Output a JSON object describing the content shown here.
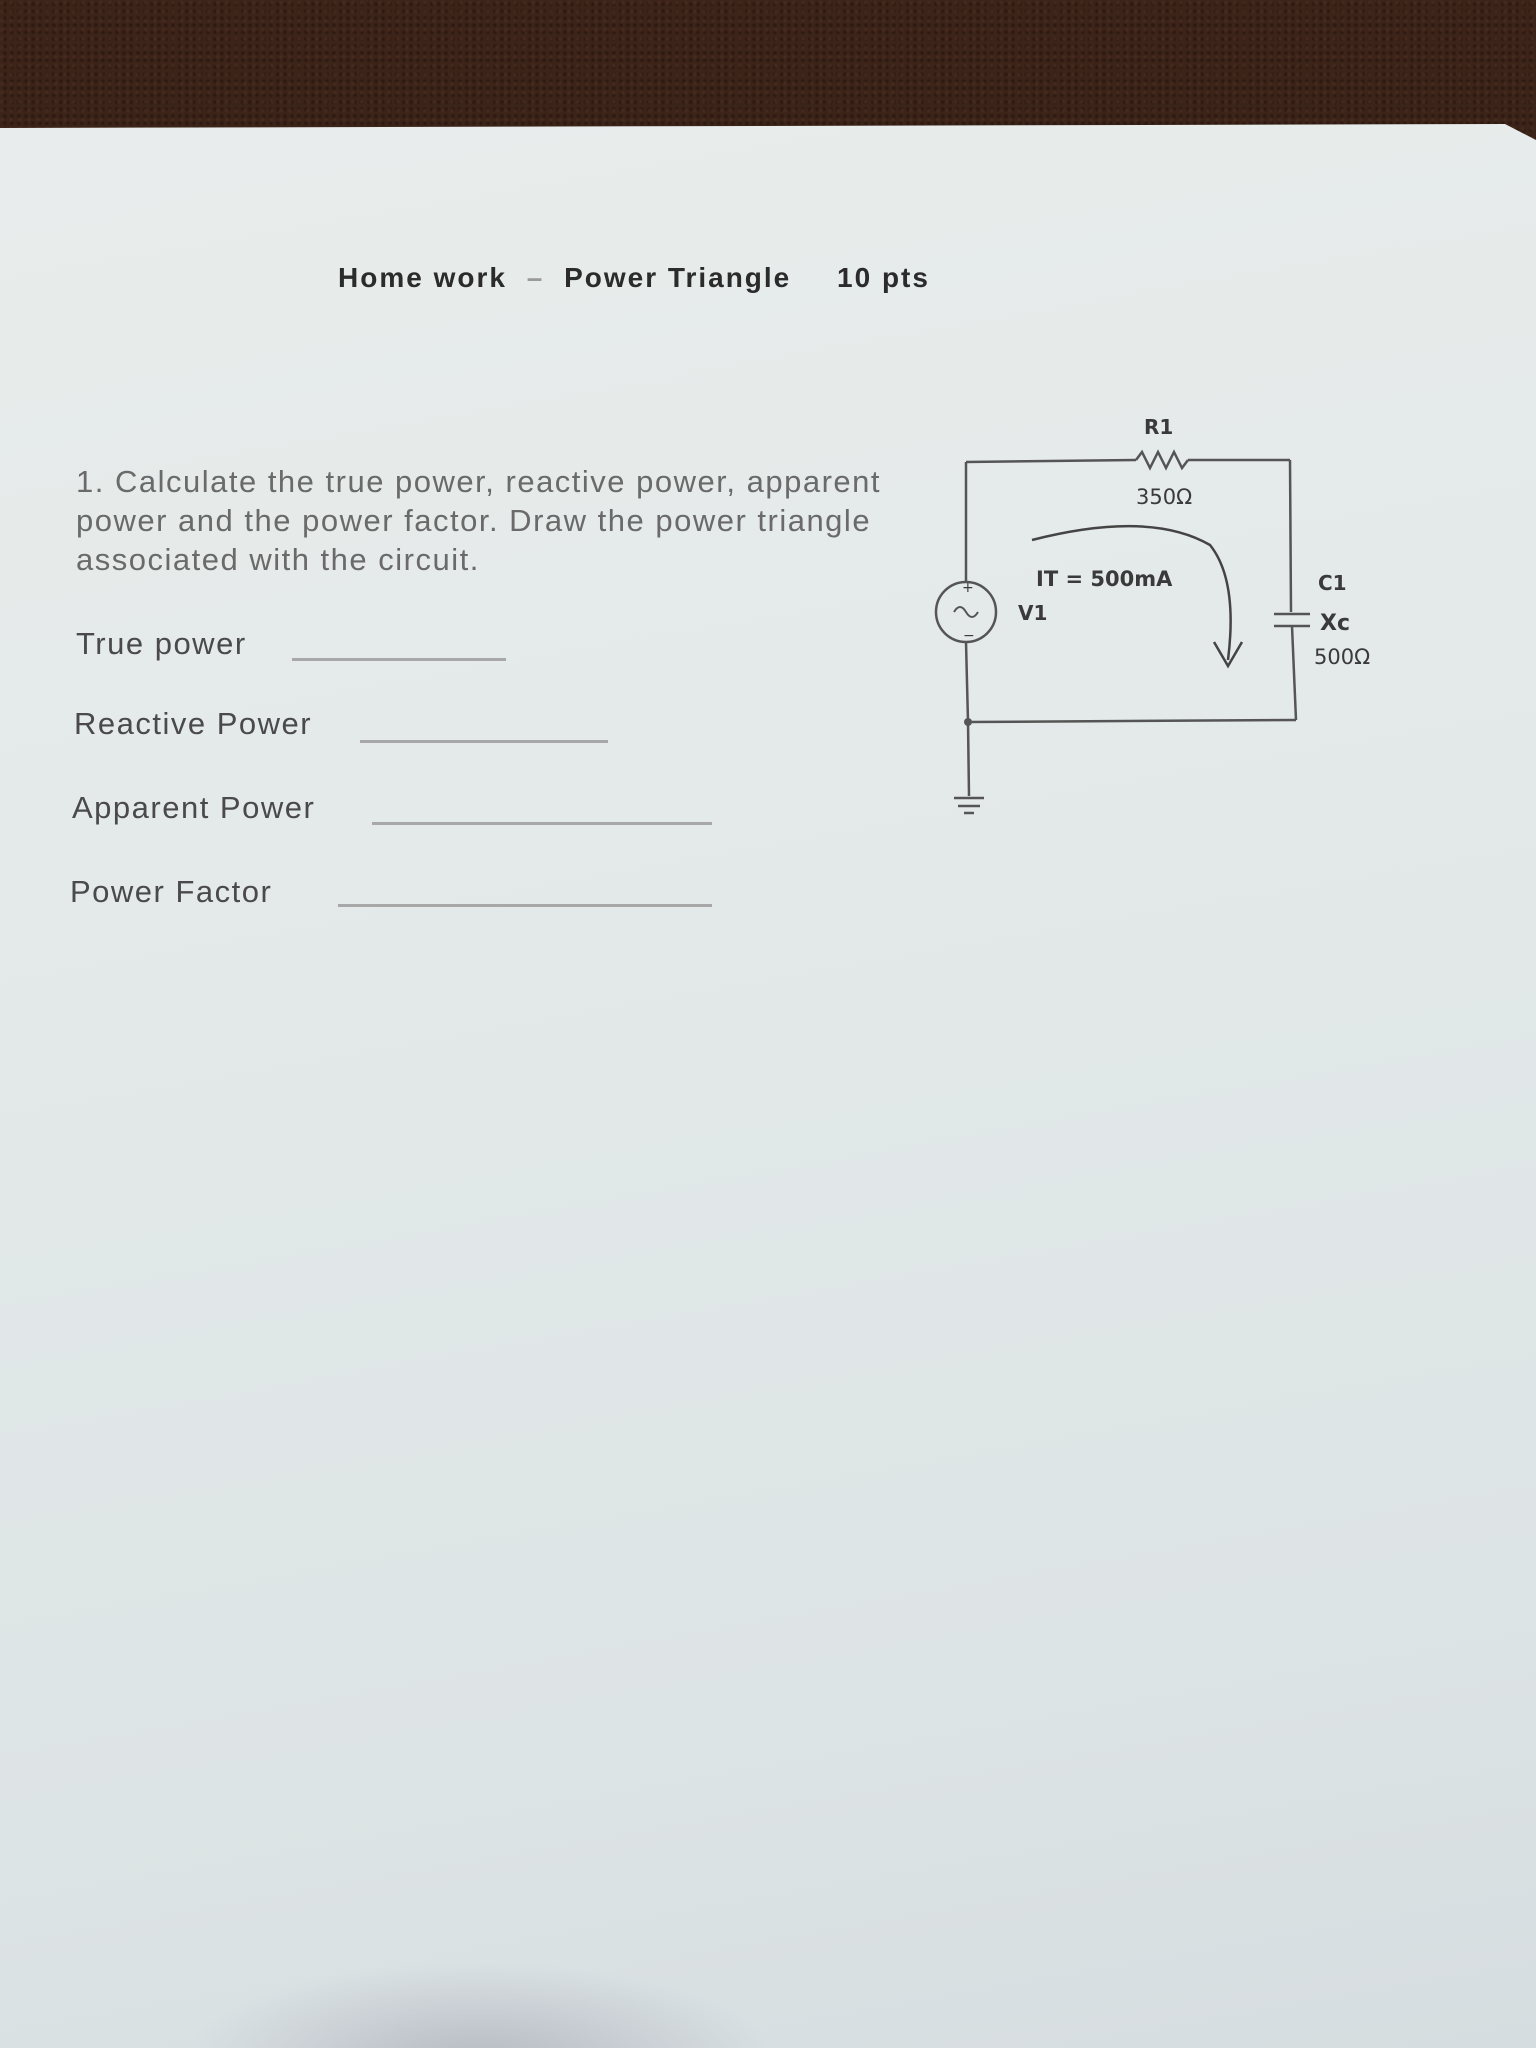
{
  "worksheet": {
    "title_left": "Home work",
    "title_sep": "–",
    "title_main": "Power Triangle",
    "points": "10 pts",
    "question": "1. Calculate the true power, reactive power, apparent power and the power factor. Draw the power triangle associated with the circuit.",
    "fields": [
      {
        "label": "True power"
      },
      {
        "label": "Reactive Power"
      },
      {
        "label": "Apparent Power"
      },
      {
        "label": "Power Factor"
      }
    ]
  },
  "circuit": {
    "r1_name": "R1",
    "r1_value": "350Ω",
    "current_label": "IT = 500mA",
    "source_name": "V1",
    "c1_name": "C1",
    "c1_reactance": "Xc",
    "c1_value": "500Ω"
  }
}
